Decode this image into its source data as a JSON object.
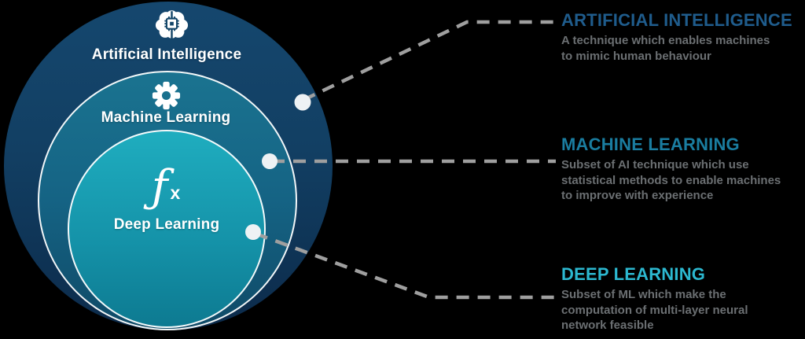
{
  "background_color": "#000000",
  "venn": {
    "rings": [
      {
        "label": "Artificial Intelligence",
        "icon": "brain-chip-icon"
      },
      {
        "label": "Machine Learning",
        "icon": "gear-icon"
      },
      {
        "label": "Deep Learning",
        "icon": "fx-function-icon"
      }
    ],
    "ring_colors": {
      "outer_top": "#15476e",
      "outer_bottom": "#0c2b4b",
      "middle_top": "#1a7390",
      "middle_bottom": "#0f4a67",
      "inner_top": "#1fadbf",
      "inner_bottom": "#0d7a91",
      "ring_border": "#ffffff"
    },
    "fx": {
      "f": "ƒ",
      "x": "x"
    }
  },
  "connectors": {
    "line_color": "#9f9f9f",
    "dot_color": "#eef2f4"
  },
  "annotations": [
    {
      "title": "ARTIFICIAL INTELLIGENCE",
      "title_color": "#1f5c8c",
      "lines": [
        "A technique which enables machines",
        "to mimic human behaviour"
      ]
    },
    {
      "title": "MACHINE LEARNING",
      "title_color": "#1a7da0",
      "lines": [
        "Subset of AI technique which use",
        "statistical methods to enable machines",
        "to improve with experience"
      ]
    },
    {
      "title": "DEEP LEARNING",
      "title_color": "#2cb8d0",
      "lines": [
        "Subset of ML which make the",
        "computation of multi-layer neural",
        "network feasible"
      ]
    }
  ]
}
